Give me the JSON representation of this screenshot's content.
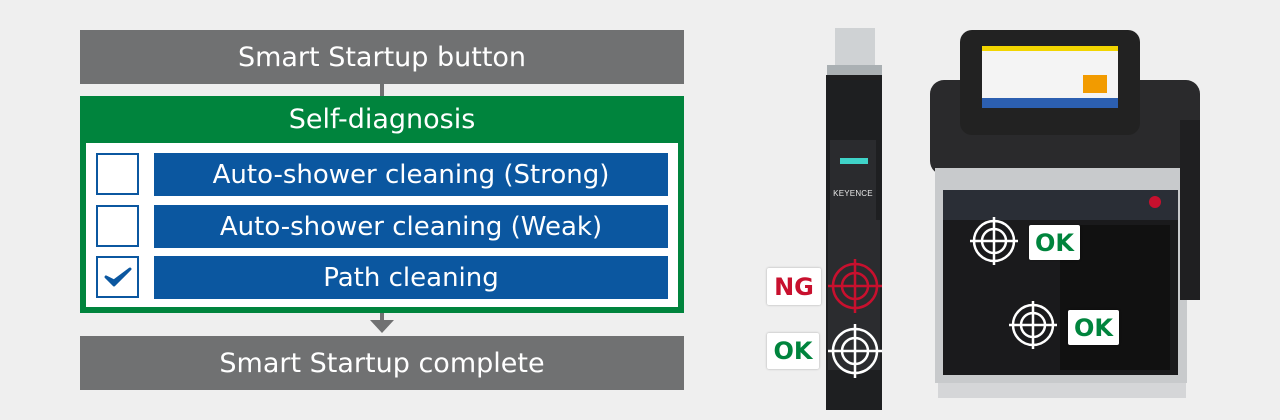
{
  "flow": {
    "start": "Smart Startup button",
    "group_title": "Self-diagnosis",
    "items": [
      {
        "label": "Auto-shower cleaning (Strong)",
        "checked": false
      },
      {
        "label": "Auto-shower cleaning (Weak)",
        "checked": false
      },
      {
        "label": "Path cleaning",
        "checked": true
      }
    ],
    "end": "Smart Startup complete"
  },
  "photo": {
    "head_labels": [
      "NG",
      "OK"
    ],
    "controller_labels": [
      "OK",
      "OK"
    ],
    "brand": "KEYENCE"
  },
  "colors": {
    "gray": "#707172",
    "green": "#00843d",
    "blue": "#0b57a0",
    "ng_red": "#c8102e"
  }
}
